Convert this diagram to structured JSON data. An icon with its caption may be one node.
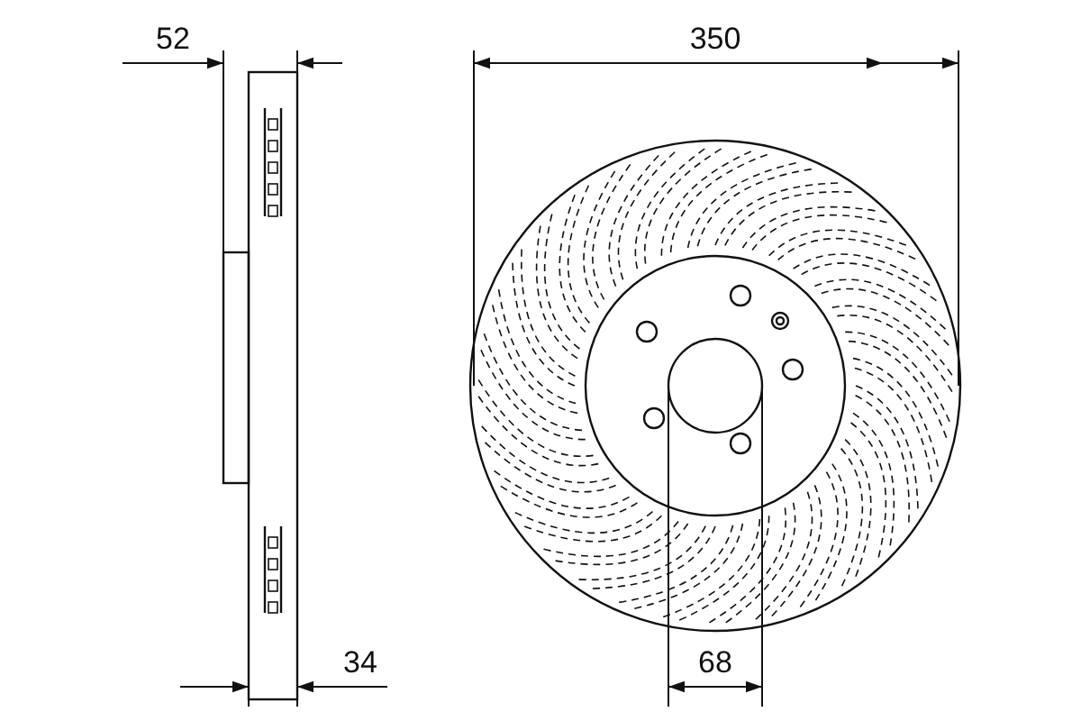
{
  "diagram": {
    "labels": [
      "52",
      "350",
      "34",
      "68"
    ]
  }
}
